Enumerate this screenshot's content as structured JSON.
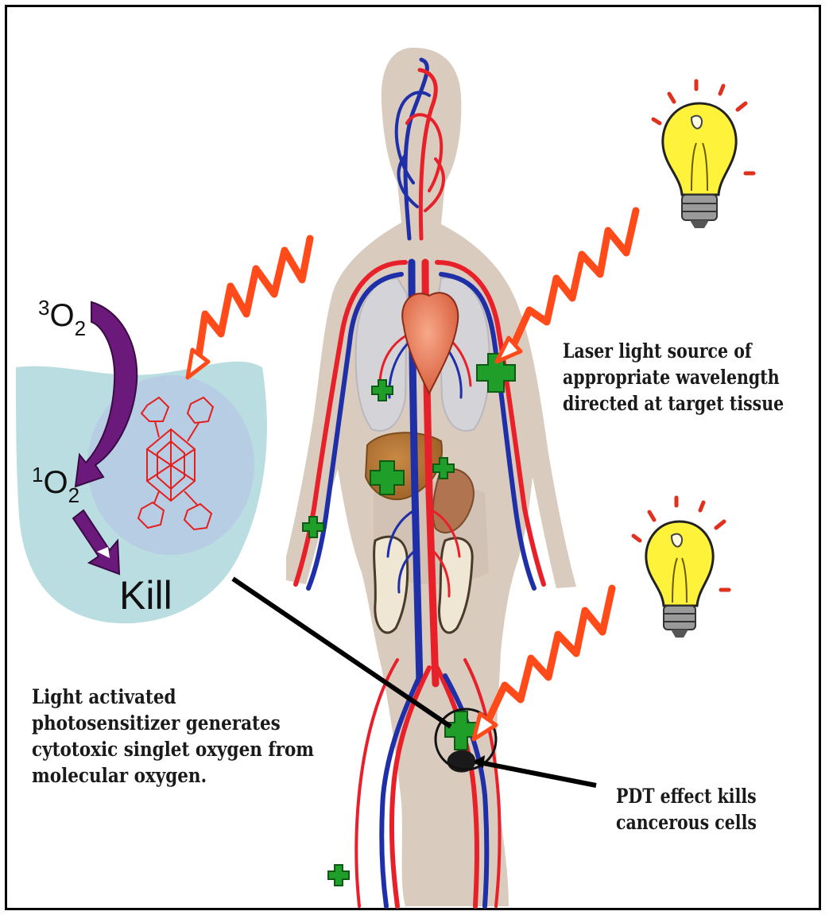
{
  "diagram": {
    "captions": {
      "left": [
        "Light activated",
        "photosensitizer generates",
        "cytotoxic singlet oxygen from",
        "molecular oxygen."
      ],
      "laser": [
        "Laser light source of",
        "appropriate wavelength",
        "directed at  target tissue"
      ],
      "pdt": [
        "PDT effect kills",
        "cancerous cells"
      ]
    },
    "chemistry": {
      "triplet_sup": "3",
      "triplet_base": "O",
      "triplet_sub": "2",
      "singlet_sup": "1",
      "singlet_base": "O",
      "singlet_sub": "2",
      "kill": "Kill"
    },
    "icons": [
      "light-bulb-icon",
      "light-bulb-icon",
      "wavy-light-arrow",
      "human-circulatory-system",
      "photosensitizer-molecule"
    ],
    "colors": {
      "light_wave": "#ff4a1a",
      "artery": "#e8202a",
      "vein": "#1f2fa8",
      "body": "#d9cbbd",
      "tumor_marker": "#1f9e2a",
      "cell_bath": "#b9dde0",
      "cell": "#b7cde4",
      "oxygen_arrow": "#6b1a7c",
      "bulb": "#fff23a"
    }
  }
}
